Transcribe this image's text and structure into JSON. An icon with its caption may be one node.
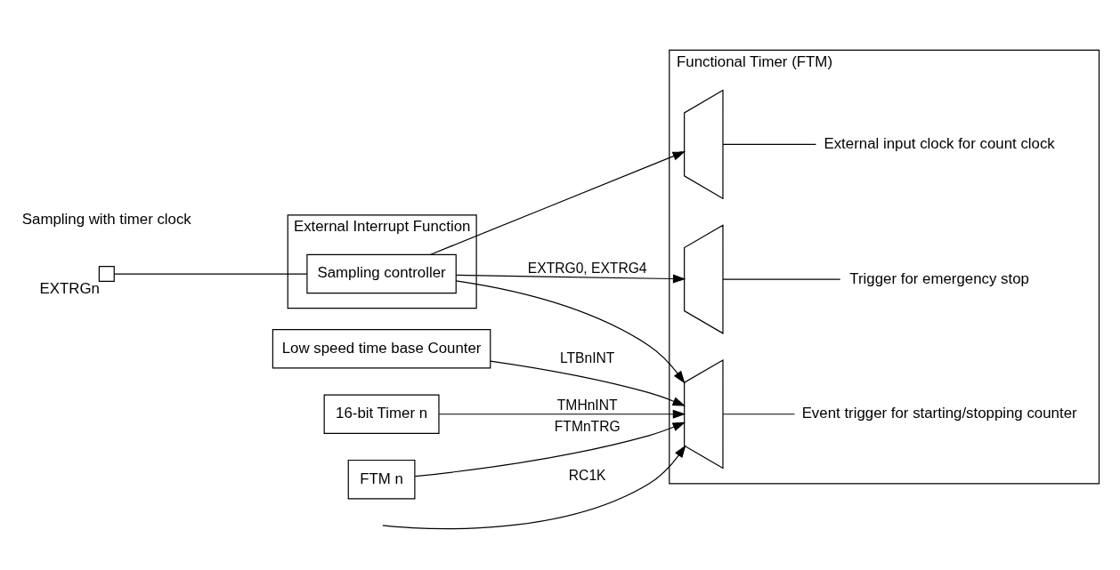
{
  "diagram": {
    "nodes": [
      {
        "text": [
          "Functional Timer (FTM)"
        ]
      },
      {
        "text": [
          "External Interrupt Function"
        ]
      },
      {
        "text": [
          "Sampling controller"
        ],
        "in": 1
      },
      {
        "text": [],
        "shape": "box",
        "beside": [
          "EXTRGn"
        ]
      },
      {
        "text": [],
        "shape": "trapezoid",
        "in": 0
      },
      {
        "text": [
          "External input clock for count clock"
        ],
        "in": 0
      },
      {
        "text": [],
        "shape": "trapezoid",
        "in": 0
      },
      {
        "text": [
          "Trigger for emergency stop"
        ],
        "in": 0
      },
      {
        "text": [],
        "shape": "trapezoid",
        "in": 0
      },
      {
        "text": [
          "Event trigger for starting/stopping counter"
        ],
        "in": 0
      },
      {
        "text": [
          "Low speed time base Counter"
        ]
      },
      {
        "text": [
          "16-bit Timer n"
        ]
      },
      {
        "text": [
          "FTM n"
        ]
      }
    ],
    "edges": [
      {
        "from": 3,
        "to": 2,
        "arrow": "none"
      },
      {
        "from": 2,
        "to": 4,
        "arrow": "to"
      },
      {
        "from": 2,
        "to": 6,
        "arrow": "to",
        "label": "EXTRG0, EXTRG4"
      },
      {
        "from": 2,
        "to": 8,
        "arrow": "to"
      },
      {
        "from": 4,
        "to": 5,
        "arrow": "none"
      },
      {
        "from": 6,
        "to": 7,
        "arrow": "none"
      },
      {
        "from": 8,
        "to": 9,
        "arrow": "none"
      },
      {
        "from": 10,
        "to": 8,
        "arrow": "to",
        "label": "LTBnINT"
      },
      {
        "from": null,
        "to": 8,
        "arrow": "to",
        "label": "RC1K"
      },
      {
        "from": 11,
        "to": 8,
        "arrow": "to",
        "label": "TMHnINT"
      },
      {
        "from": 12,
        "to": 8,
        "arrow": "to",
        "label": "FTMnTRG"
      }
    ],
    "labels": [
      "Sampling with timer clock"
    ]
  }
}
